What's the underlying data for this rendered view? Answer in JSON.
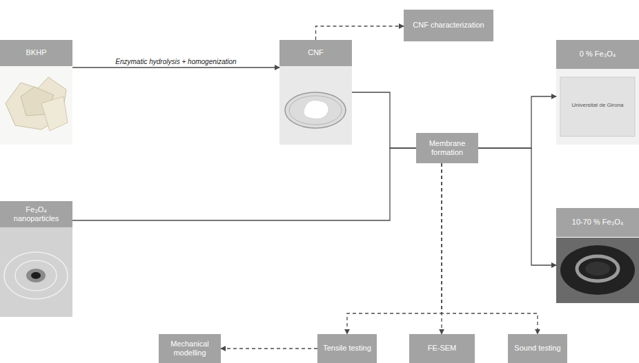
{
  "diagram": {
    "nodes": [
      {
        "text": [
          "BKHP"
        ]
      },
      {
        "text": [
          "CNF"
        ]
      },
      {
        "text": [
          "CNF characterization"
        ]
      },
      {
        "text": [
          "Fe₃O₄ nanoparticles"
        ]
      },
      {
        "text": [
          "Membrane formation"
        ]
      },
      {
        "text": [
          "0 % Fe₃O₄"
        ]
      },
      {
        "text": [
          "10-70 % Fe₃O₄"
        ]
      },
      {
        "text": [
          "Mechanical modelling"
        ]
      },
      {
        "text": [
          "Tensile testing"
        ]
      },
      {
        "text": [
          "FE-SEM"
        ]
      },
      {
        "text": [
          "Sound testing"
        ]
      }
    ],
    "edges": [
      {
        "from": 0,
        "to": 1,
        "arrow": "to",
        "label": "Enzymatic hydrolysis + homogenization"
      },
      {
        "from": 1,
        "to": 2,
        "arrow": "to"
      },
      {
        "from": 1,
        "to": 4,
        "arrow": "none"
      },
      {
        "from": 3,
        "to": 4,
        "arrow": "none"
      },
      {
        "from": 4,
        "to": 5,
        "arrow": "to"
      },
      {
        "from": 4,
        "to": 6,
        "arrow": "to"
      },
      {
        "from": 4,
        "to": 8,
        "arrow": "to"
      },
      {
        "from": 4,
        "to": 9,
        "arrow": "to"
      },
      {
        "from": 4,
        "to": 10,
        "arrow": "to"
      },
      {
        "from": 8,
        "to": 7,
        "arrow": "to"
      }
    ],
    "labels": [
      "Universitat de Girona"
    ]
  }
}
